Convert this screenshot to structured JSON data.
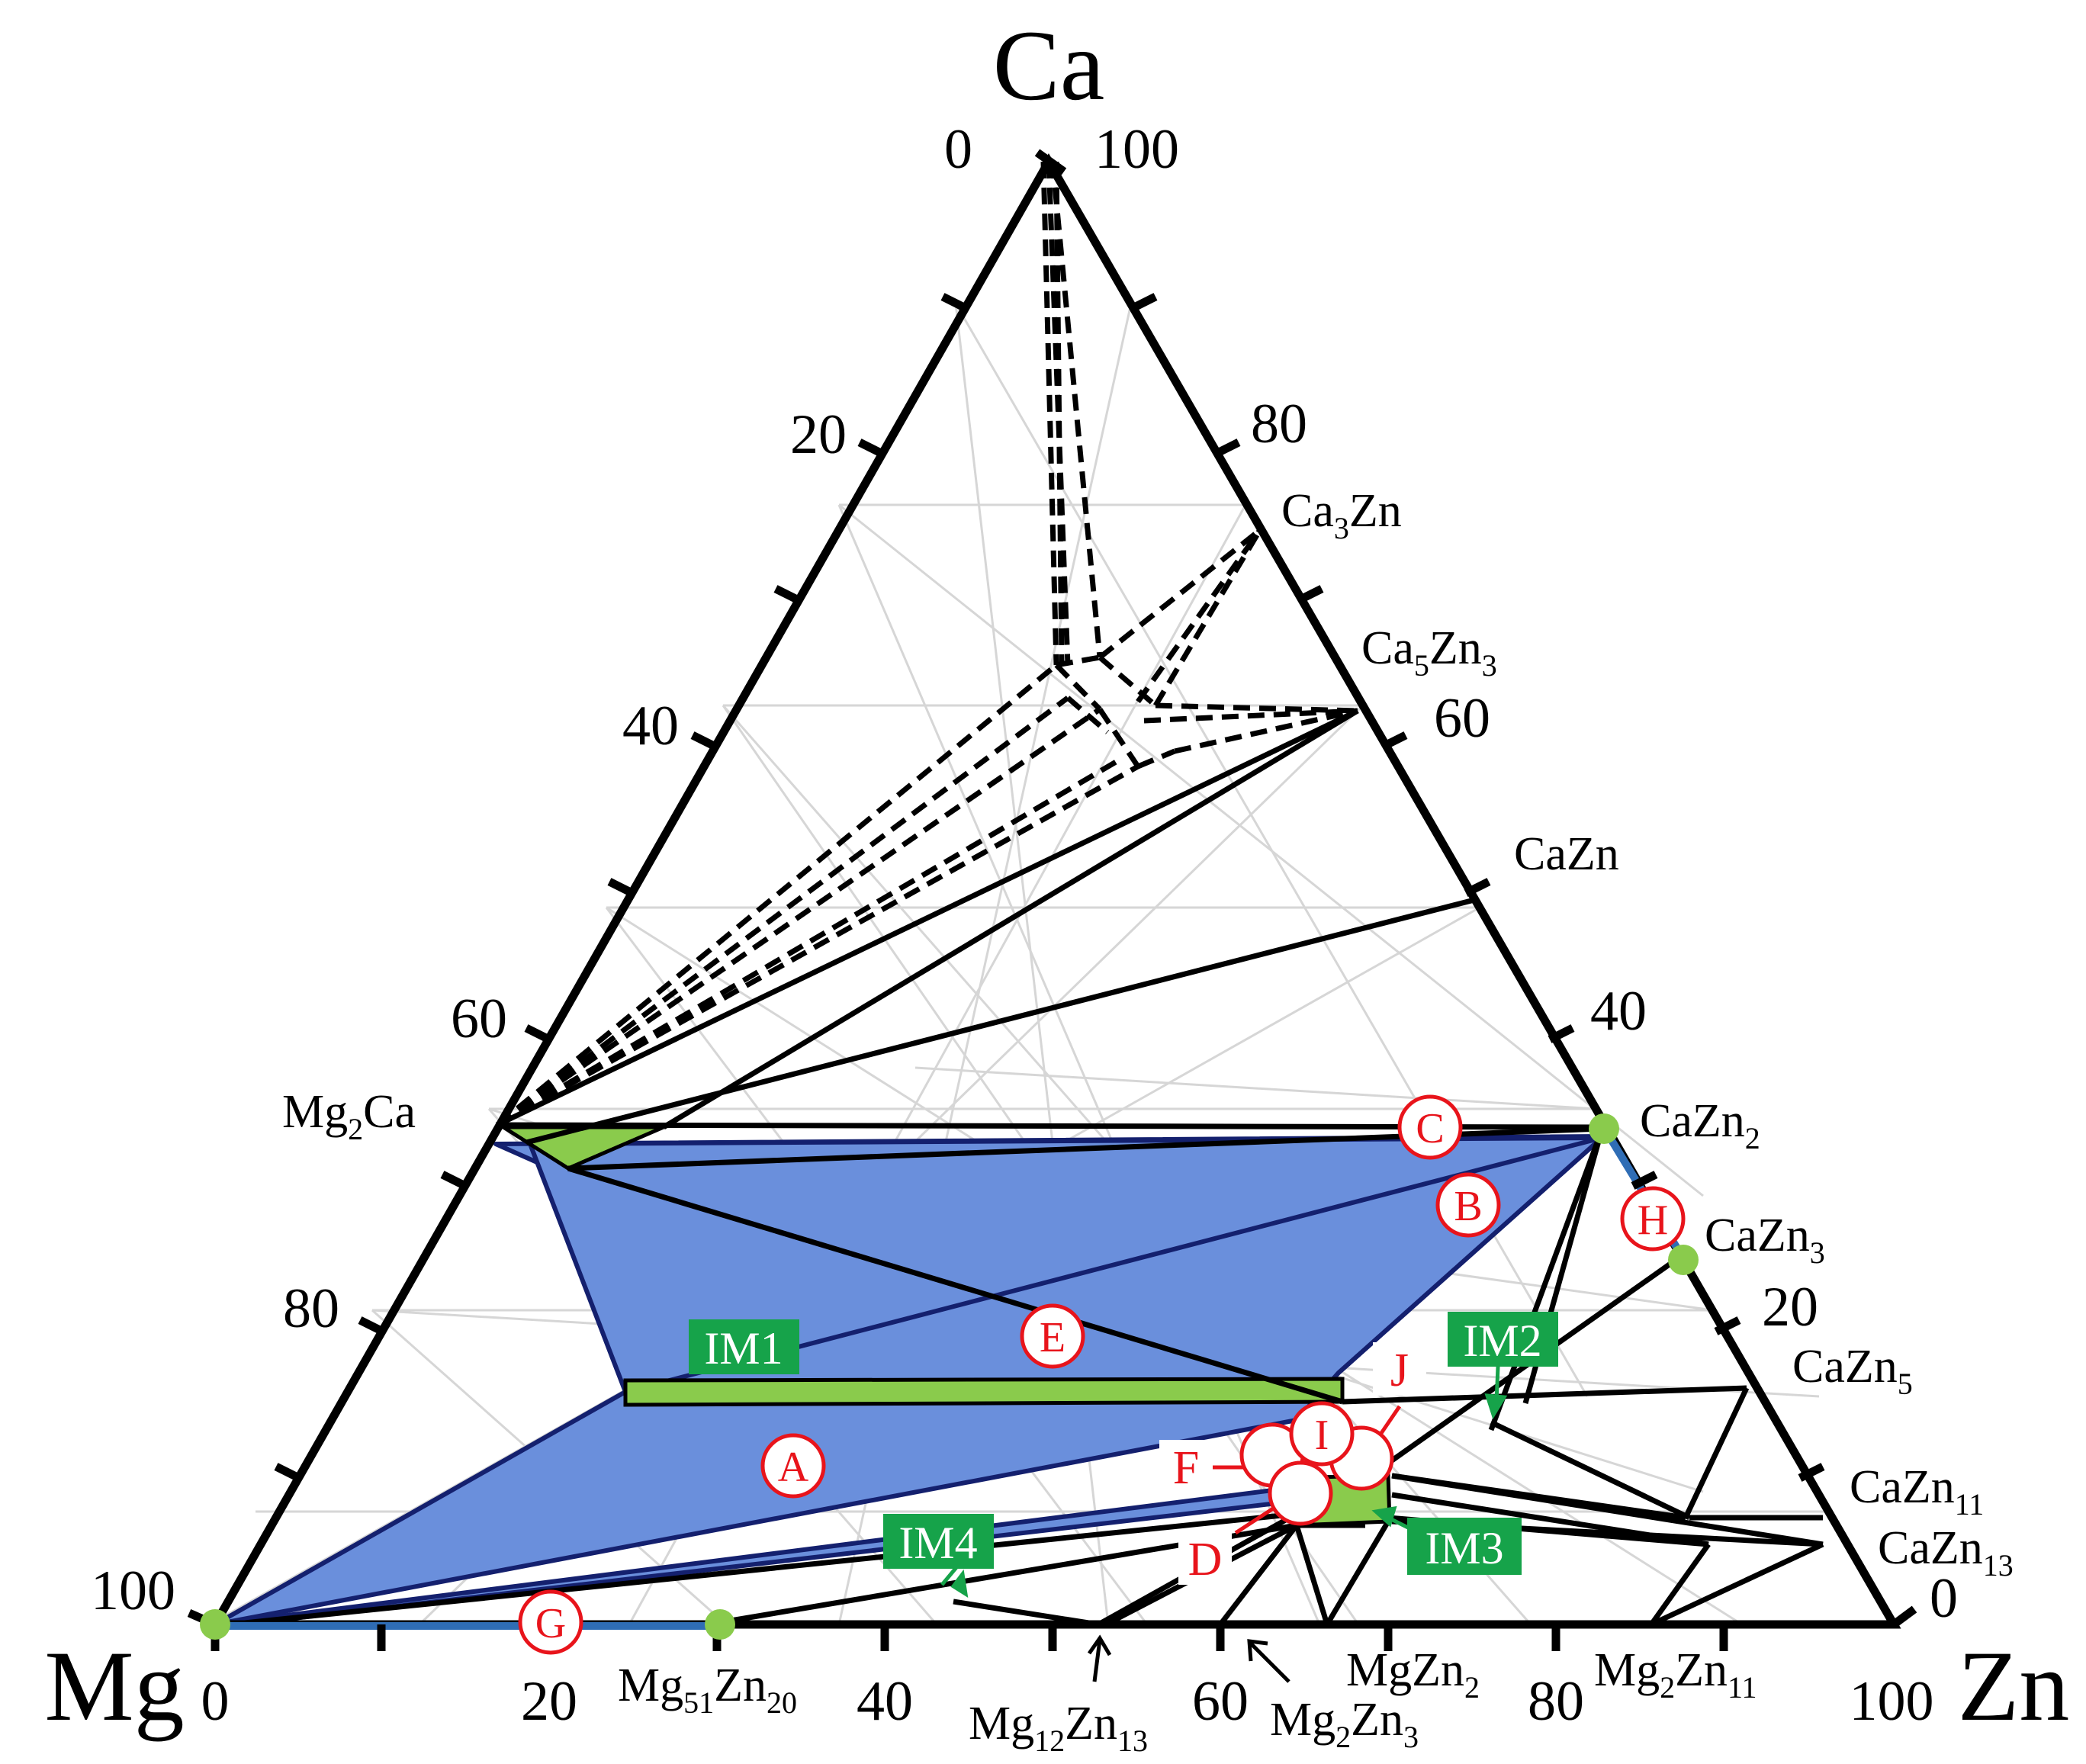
{
  "corners": {
    "top": "Ca",
    "left": "Mg",
    "right": "Zn"
  },
  "ticks": {
    "bottom": [
      "0",
      "20",
      "40",
      "60",
      "80",
      "100"
    ],
    "left": [
      "0",
      "20",
      "40",
      "60",
      "80",
      "100"
    ],
    "right": [
      "100",
      "80",
      "60",
      "40",
      "20",
      "0"
    ]
  },
  "phases": {
    "ca3zn": [
      "Ca",
      "3",
      "Zn"
    ],
    "ca5zn3": [
      "Ca",
      "5",
      "Zn",
      "3"
    ],
    "cazn": [
      "CaZn"
    ],
    "mg2ca": [
      "Mg",
      "2",
      "Ca"
    ],
    "cazn2": [
      "CaZn",
      "2"
    ],
    "cazn3": [
      "CaZn",
      "3"
    ],
    "cazn5": [
      "CaZn",
      "5"
    ],
    "cazn11": [
      "CaZn",
      "11"
    ],
    "cazn13": [
      "CaZn",
      "13"
    ],
    "mg51zn20": [
      "Mg",
      "51",
      "Zn",
      "20"
    ],
    "mg12zn13": [
      "Mg",
      "12",
      "Zn",
      "13"
    ],
    "mgzn2": [
      "MgZn",
      "2"
    ],
    "mg2zn3": [
      "Mg",
      "2",
      "Zn",
      "3"
    ],
    "mg2zn11": [
      "Mg",
      "2",
      "Zn",
      "11"
    ]
  },
  "circle_labels": {
    "A": "A",
    "B": "B",
    "C": "C",
    "D": "D",
    "E": "E",
    "F": "F",
    "G": "G",
    "H": "H",
    "I": "I",
    "J": "J"
  },
  "region_labels": {
    "im1": "IM1",
    "im2": "IM2",
    "im3": "IM3",
    "im4": "IM4"
  },
  "colors": {
    "region_fill": "#6a8fdc",
    "highlight_green": "#8acb4c",
    "marker_red": "#e8141b",
    "im_label_green": "#16a34a",
    "edge_blue": "#2f6db5"
  }
}
